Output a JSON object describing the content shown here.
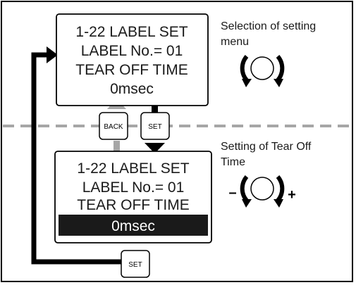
{
  "screen_top": {
    "line1": "1-22 LABEL SET",
    "line2": "LABEL No.= 01",
    "line3": "TEAR OFF TIME",
    "line4": "0msec"
  },
  "screen_bottom": {
    "line1": "1-22 LABEL SET",
    "line2": "LABEL No.= 01",
    "line3": "TEAR OFF TIME",
    "line4_highlighted": "0msec"
  },
  "buttons": {
    "back": "BACK",
    "set_top": "SET",
    "set_bottom": "SET"
  },
  "descriptions": {
    "selection_line1": "Selection of setting",
    "selection_line2": "menu",
    "setting_line1": "Setting of Tear Off",
    "setting_line2": "Time"
  },
  "dial_signs": {
    "minus": "–",
    "plus": "+"
  },
  "colors": {
    "line": "#000000",
    "arrow_gray": "#a6a6a6",
    "dashed": "#a6a6a6",
    "highlight_bg": "#1a1a1a"
  }
}
